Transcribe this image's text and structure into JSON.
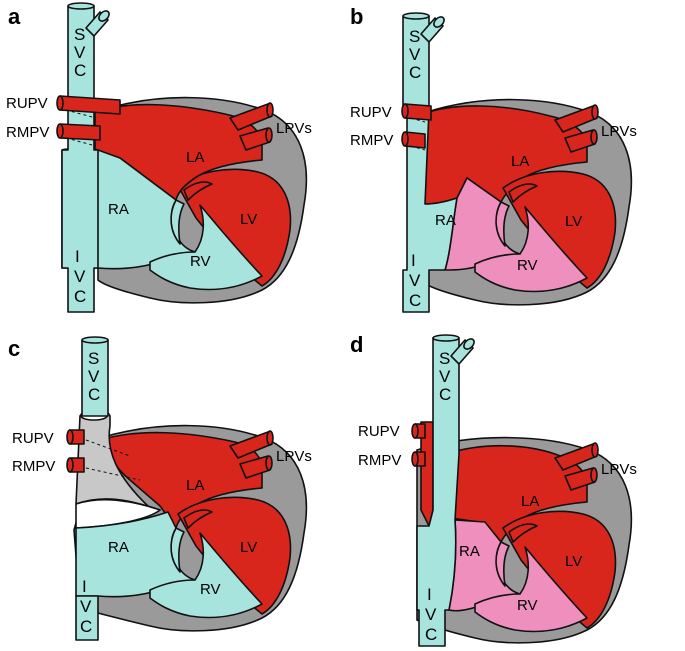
{
  "colors": {
    "venous": "#a8e4de",
    "arterial": "#d8261c",
    "mixed": "#ee8fbd",
    "baffle": "#c8c8c8",
    "wall": "#9a9a9a"
  },
  "panels": [
    {
      "letter": "a",
      "labels": {
        "svc": [
          "S",
          "V",
          "C"
        ],
        "ivc": [
          "I",
          "V",
          "C"
        ],
        "rupv": "RUPV",
        "rmpv": "RMPV",
        "lpvs": "LPVs",
        "la": "LA",
        "lv": "LV",
        "ra": "RA",
        "rv": "RV"
      }
    },
    {
      "letter": "b",
      "labels": {
        "svc": [
          "S",
          "V",
          "C"
        ],
        "ivc": [
          "I",
          "V",
          "C"
        ],
        "rupv": "RUPV",
        "rmpv": "RMPV",
        "lpvs": "LPVs",
        "la": "LA",
        "lv": "LV",
        "ra": "RA",
        "rv": "RV"
      }
    },
    {
      "letter": "c",
      "labels": {
        "svc": [
          "S",
          "V",
          "C"
        ],
        "ivc": [
          "I",
          "V",
          "C"
        ],
        "rupv": "RUPV",
        "rmpv": "RMPV",
        "lpvs": "LPVs",
        "la": "LA",
        "lv": "LV",
        "ra": "RA",
        "rv": "RV"
      }
    },
    {
      "letter": "d",
      "labels": {
        "svc": [
          "S",
          "V",
          "C"
        ],
        "ivc": [
          "I",
          "V",
          "C"
        ],
        "rupv": "RUPV",
        "rmpv": "RMPV",
        "lpvs": "LPVs",
        "la": "LA",
        "lv": "LV",
        "ra": "RA",
        "rv": "RV"
      }
    }
  ]
}
